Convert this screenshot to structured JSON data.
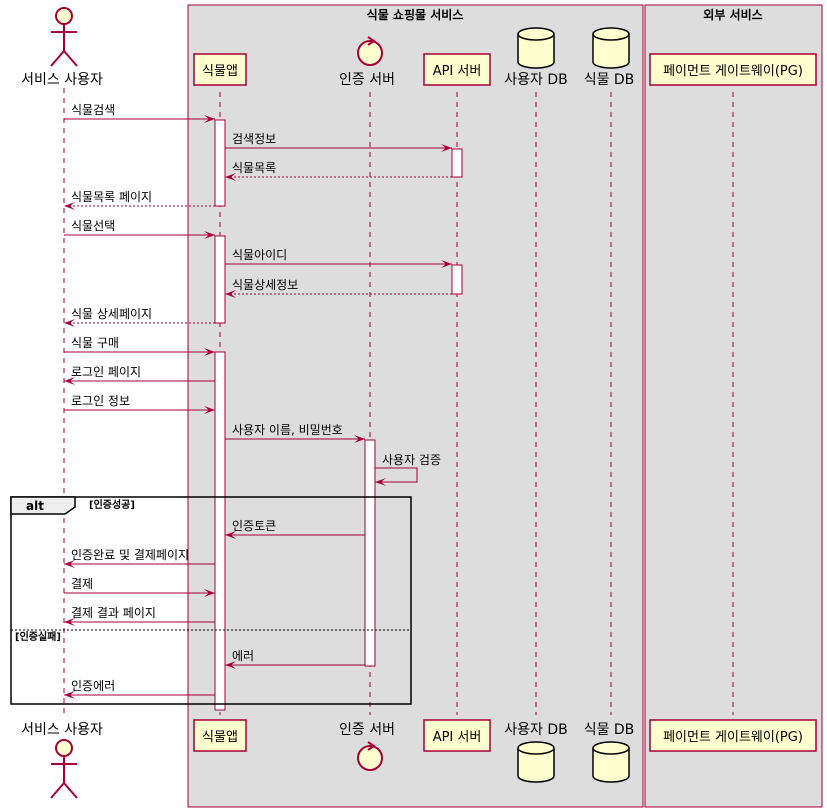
{
  "boxes": [
    {
      "title": "식물 쇼핑몰 서비스"
    },
    {
      "title": "외부 서비스"
    }
  ],
  "participants": [
    {
      "id": "user",
      "name": "서비스 사용자",
      "kind": "actor"
    },
    {
      "id": "app",
      "name": "식물앱",
      "kind": "participant"
    },
    {
      "id": "auth",
      "name": "인증 서버",
      "kind": "control"
    },
    {
      "id": "api",
      "name": "API 서버",
      "kind": "participant"
    },
    {
      "id": "userdb",
      "name": "사용자 DB",
      "kind": "database"
    },
    {
      "id": "plantdb",
      "name": "식물 DB",
      "kind": "database"
    },
    {
      "id": "pg",
      "name": "페이먼트 게이트웨이(PG)",
      "kind": "participant"
    }
  ],
  "messages": [
    {
      "from": "user",
      "to": "app",
      "label": "식물검색",
      "style": "solid"
    },
    {
      "from": "app",
      "to": "api",
      "label": "검색정보",
      "style": "solid"
    },
    {
      "from": "api",
      "to": "app",
      "label": "식물목록",
      "style": "dashed"
    },
    {
      "from": "app",
      "to": "user",
      "label": "식물목록 페이지",
      "style": "dashed"
    },
    {
      "from": "user",
      "to": "app",
      "label": "식물선택",
      "style": "solid"
    },
    {
      "from": "app",
      "to": "api",
      "label": "식물아이디",
      "style": "solid"
    },
    {
      "from": "api",
      "to": "app",
      "label": "식물상세정보",
      "style": "dashed"
    },
    {
      "from": "app",
      "to": "user",
      "label": "식물 상세페이지",
      "style": "dashed"
    },
    {
      "from": "user",
      "to": "app",
      "label": "식물 구매",
      "style": "solid"
    },
    {
      "from": "app",
      "to": "user",
      "label": "로그인 페이지",
      "style": "solid"
    },
    {
      "from": "user",
      "to": "app",
      "label": "로그인 정보",
      "style": "solid"
    },
    {
      "from": "app",
      "to": "auth",
      "label": "사용자 이름, 비밀번호",
      "style": "solid"
    },
    {
      "from": "auth",
      "to": "auth",
      "label": "사용자 검증",
      "style": "self"
    },
    {
      "from": "auth",
      "to": "app",
      "label": "인증토큰",
      "style": "solid"
    },
    {
      "from": "app",
      "to": "user",
      "label": "인증완료 및 결제페이지",
      "style": "solid"
    },
    {
      "from": "user",
      "to": "app",
      "label": "결제",
      "style": "solid"
    },
    {
      "from": "app",
      "to": "user",
      "label": "결제 결과 페이지",
      "style": "solid"
    },
    {
      "from": "auth",
      "to": "app",
      "label": "에러",
      "style": "solid"
    },
    {
      "from": "app",
      "to": "user",
      "label": "인증에러",
      "style": "solid"
    }
  ],
  "fragment": {
    "kind": "alt",
    "conditions": [
      "[인증성공]",
      "[인증실패]"
    ]
  },
  "colors": {
    "border": "#a80036",
    "participant_fill": "#fefece",
    "box_fill": "#dddddd"
  }
}
